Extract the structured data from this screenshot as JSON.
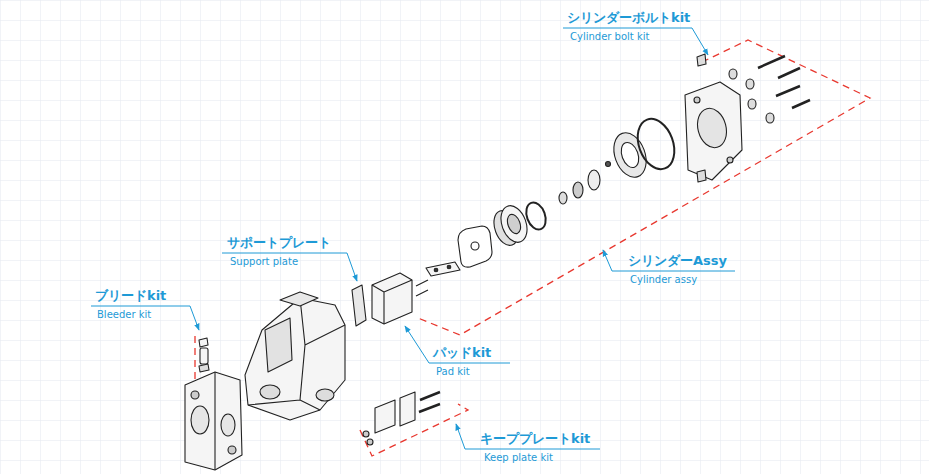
{
  "diagram": {
    "labels": [
      "シリンダーボルトkit",
      "Cylinder bolt kit",
      "サポートプレート",
      "Support plate",
      "シリンダーAssy",
      "Cylinder assy",
      "ブリードkit",
      "Bleeder kit",
      "パッドkit",
      "Pad kit",
      "キーププレートkit",
      "Keep plate kit"
    ]
  }
}
